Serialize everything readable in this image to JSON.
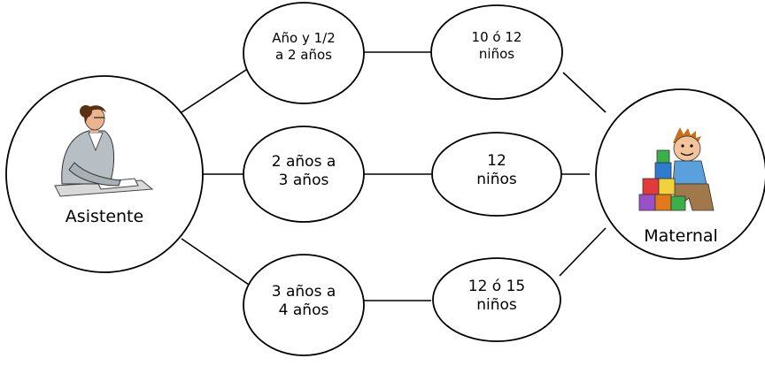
{
  "diagram": {
    "hub_left": {
      "label": "Asistente",
      "icon": "reading-woman-icon"
    },
    "hub_right": {
      "label": "Maternal",
      "icon": "child-blocks-icon"
    },
    "rows": [
      {
        "age": [
          "Año y 1/2",
          "a 2 años"
        ],
        "kids": [
          "10 ó 12",
          "niños"
        ]
      },
      {
        "age": [
          "2 años a",
          "3 años"
        ],
        "kids": [
          "12",
          "niños"
        ]
      },
      {
        "age": [
          "3 años a",
          "4 años"
        ],
        "kids": [
          "12 ó 15",
          "niños"
        ]
      }
    ]
  }
}
